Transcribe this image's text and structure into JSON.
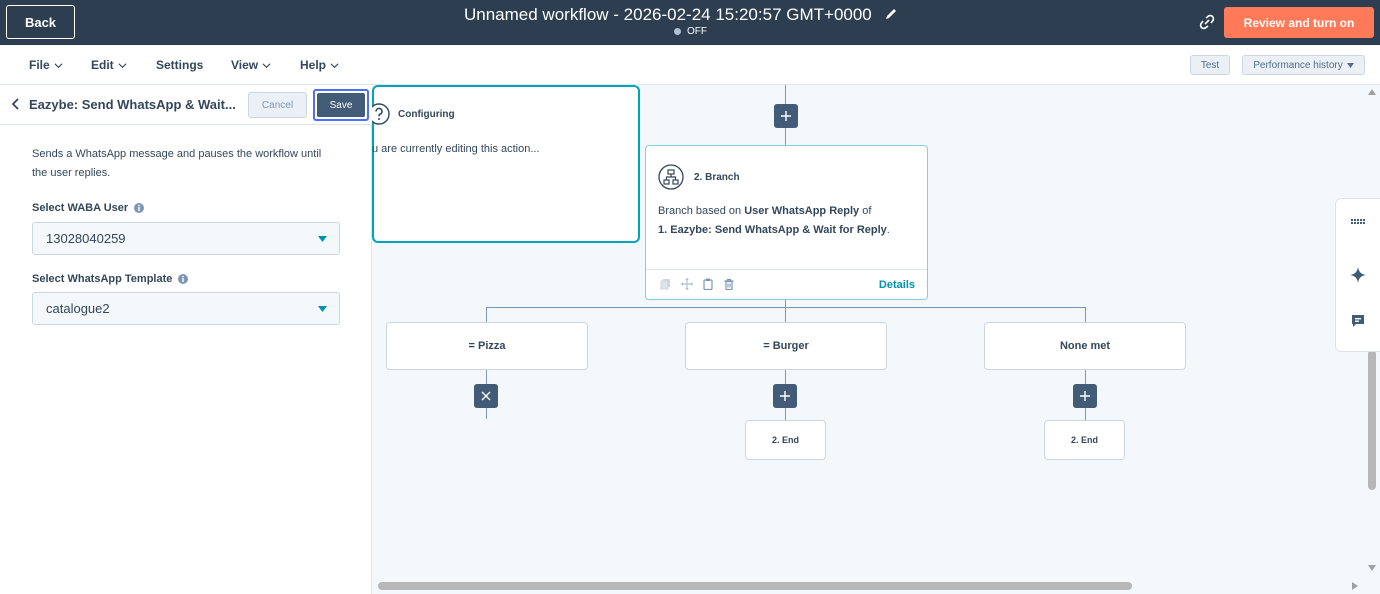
{
  "header": {
    "back_label": "Back",
    "workflow_title": "Unnamed workflow - 2026-02-24 15:20:57 GMT+0000",
    "status": "OFF",
    "review_label": "Review and turn on"
  },
  "menu": {
    "items": [
      "File",
      "Edit",
      "Settings",
      "View",
      "Help"
    ],
    "test_label": "Test",
    "perf_label": "Performance history"
  },
  "panel": {
    "title": "Eazybe: Send WhatsApp & Wait...",
    "cancel_label": "Cancel",
    "save_label": "Save",
    "description": "Sends a WhatsApp message and pauses the workflow until the user replies.",
    "waba_label": "Select WABA User",
    "waba_value": "13028040259",
    "template_label": "Select WhatsApp Template",
    "template_value": "catalogue2"
  },
  "canvas": {
    "branch": {
      "title": "2. Branch",
      "body_prefix": "Branch based on ",
      "body_bold1": "User WhatsApp Reply",
      "body_mid": " of",
      "body_bold2": "1. Eazybe: Send WhatsApp & Wait for Reply",
      "body_suffix": ".",
      "details_label": "Details"
    },
    "conditions": [
      "= Pizza",
      "= Burger",
      "None met"
    ],
    "end_label": "2. End",
    "configuring": {
      "title": "Configuring",
      "body": "u are currently editing this action..."
    }
  },
  "colors": {
    "header_bg": "#2d3e50",
    "accent_orange": "#ff7a59",
    "teal": "#00a4bd",
    "dark_button": "#425b76"
  }
}
